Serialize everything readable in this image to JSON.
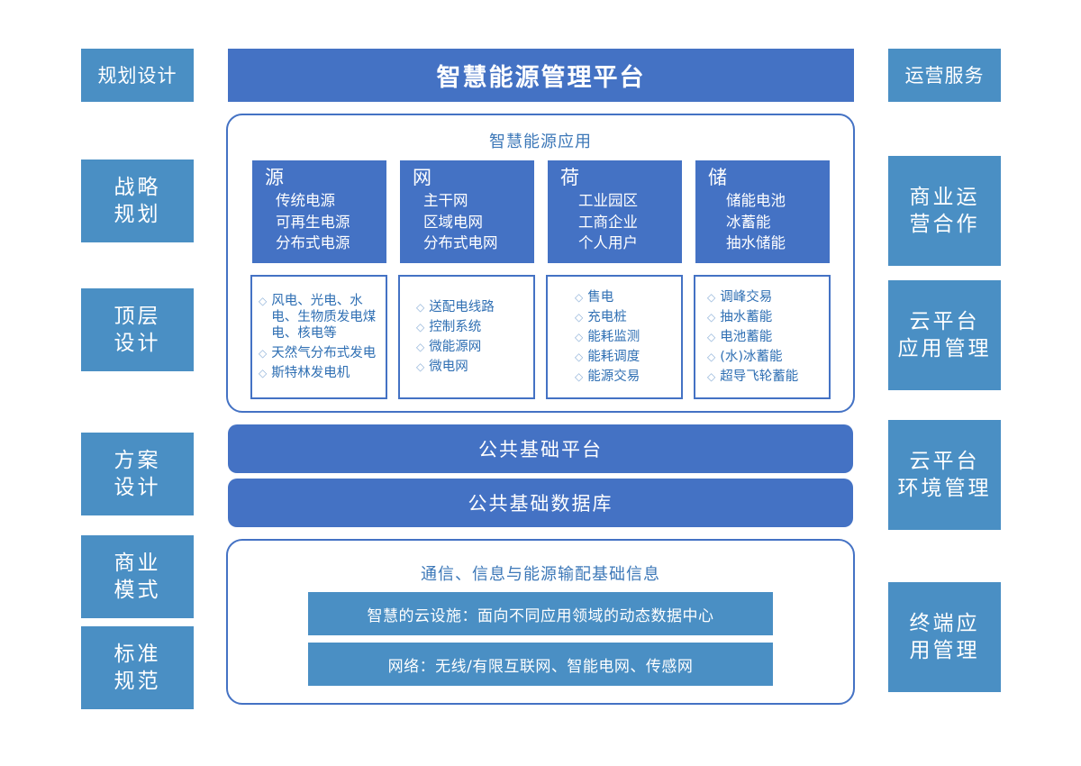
{
  "header": {
    "left_label": "规划设计",
    "title": "智慧能源管理平台",
    "right_label": "运营服务"
  },
  "left_column": [
    "战略\n规划",
    "顶层\n设计",
    "方案\n设计",
    "商业\n模式",
    "标准\n规范"
  ],
  "right_column": [
    "商业运\n营合作",
    "云平台\n应用管理",
    "云平台\n环境管理",
    "终端应\n用管理"
  ],
  "applications": {
    "title": "智慧能源应用",
    "categories": [
      {
        "head": "源",
        "items": [
          "传统电源",
          "可再生电源",
          "分布式电源"
        ]
      },
      {
        "head": "网",
        "items": [
          "主干网",
          "区域电网",
          "分布式电网"
        ]
      },
      {
        "head": "荷",
        "items": [
          "工业园区",
          "工商企业",
          "个人用户"
        ]
      },
      {
        "head": "储",
        "items": [
          "储能电池",
          "冰蓄能",
          "抽水储能"
        ]
      }
    ],
    "details": [
      [
        "风电、光电、水电、生物质发电煤电、核电等",
        "天然气分布式发电",
        "斯特林发电机"
      ],
      [
        "送配电线路",
        "控制系统",
        "微能源网",
        "微电网"
      ],
      [
        "售电",
        "充电桩",
        "能耗监测",
        "能耗调度",
        "能源交易"
      ],
      [
        "调峰交易",
        "抽水蓄能",
        "电池蓄能",
        "(水)冰蓄能",
        "超导飞轮蓄能"
      ]
    ],
    "bullet": "◇"
  },
  "public_platform": "公共基础平台",
  "public_database": "公共基础数据库",
  "infrastructure": {
    "title": "通信、信息与能源输配基础信息",
    "cloud": "智慧的云设施：面向不同应用领域的动态数据中心",
    "network": "网络：无线/有限互联网、智能电网、传感网"
  },
  "colors": {
    "primary": "#4472c4",
    "secondary": "#4a8fc4",
    "text_blue": "#3d78b8"
  }
}
